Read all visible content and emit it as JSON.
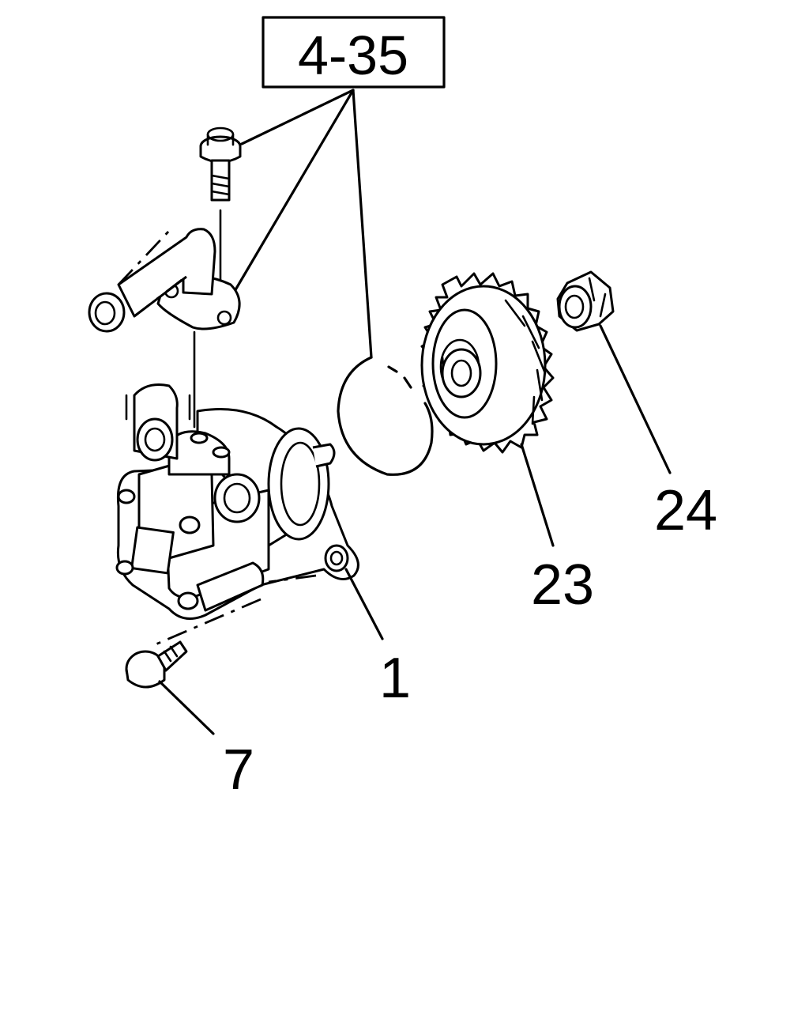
{
  "reference_box": {
    "text": "4-35"
  },
  "callouts": [
    {
      "part": "pump-assembly",
      "text": "1"
    },
    {
      "part": "bolt",
      "text": "7"
    },
    {
      "part": "gear",
      "text": "23"
    },
    {
      "part": "nut",
      "text": "24"
    }
  ],
  "colors": {
    "ink": "#000000",
    "paper": "#ffffff"
  }
}
